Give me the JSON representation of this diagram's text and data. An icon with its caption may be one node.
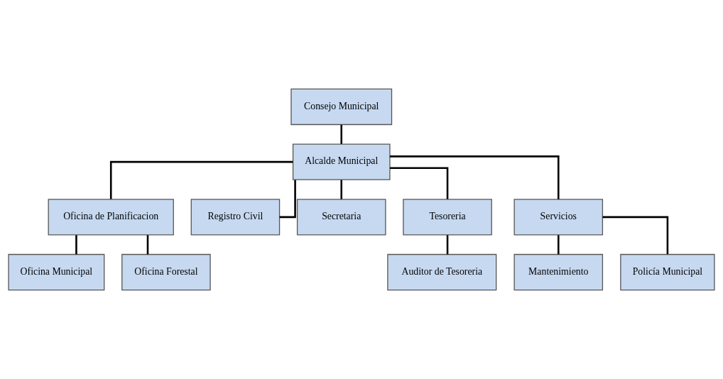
{
  "diagram": {
    "nodes": [
      {
        "text": [
          "Consejo Municipal"
        ]
      },
      {
        "text": [
          "Alcalde Municipal"
        ]
      },
      {
        "text": [
          "Oficina de Planificacion"
        ]
      },
      {
        "text": [
          "Oficina Municipal"
        ]
      },
      {
        "text": [
          "Oficina Forestal"
        ]
      },
      {
        "text": [
          "Registro Civil"
        ]
      },
      {
        "text": [
          "Secretaria"
        ]
      },
      {
        "text": [
          "Tesoreria"
        ]
      },
      {
        "text": [
          "Servicios"
        ]
      },
      {
        "text": [
          "Auditor de Tesoreria"
        ]
      },
      {
        "text": [
          "Mantenimiento"
        ]
      },
      {
        "text": [
          "Policía Municipal"
        ]
      }
    ],
    "edges": [
      {
        "from": 0,
        "to": 1,
        "arrow": "none"
      },
      {
        "from": 1,
        "to": 2,
        "arrow": "none"
      },
      {
        "from": 2,
        "to": 3,
        "arrow": "none"
      },
      {
        "from": 2,
        "to": 4,
        "arrow": "none"
      },
      {
        "from": 1,
        "to": 5,
        "arrow": "none"
      },
      {
        "from": 1,
        "to": 6,
        "arrow": "none"
      },
      {
        "from": 1,
        "to": 7,
        "arrow": "none"
      },
      {
        "from": 1,
        "to": 8,
        "arrow": "none"
      },
      {
        "from": 7,
        "to": 9,
        "arrow": "none"
      },
      {
        "from": 8,
        "to": 10,
        "arrow": "none"
      },
      {
        "from": 8,
        "to": 11,
        "arrow": "none"
      }
    ]
  }
}
